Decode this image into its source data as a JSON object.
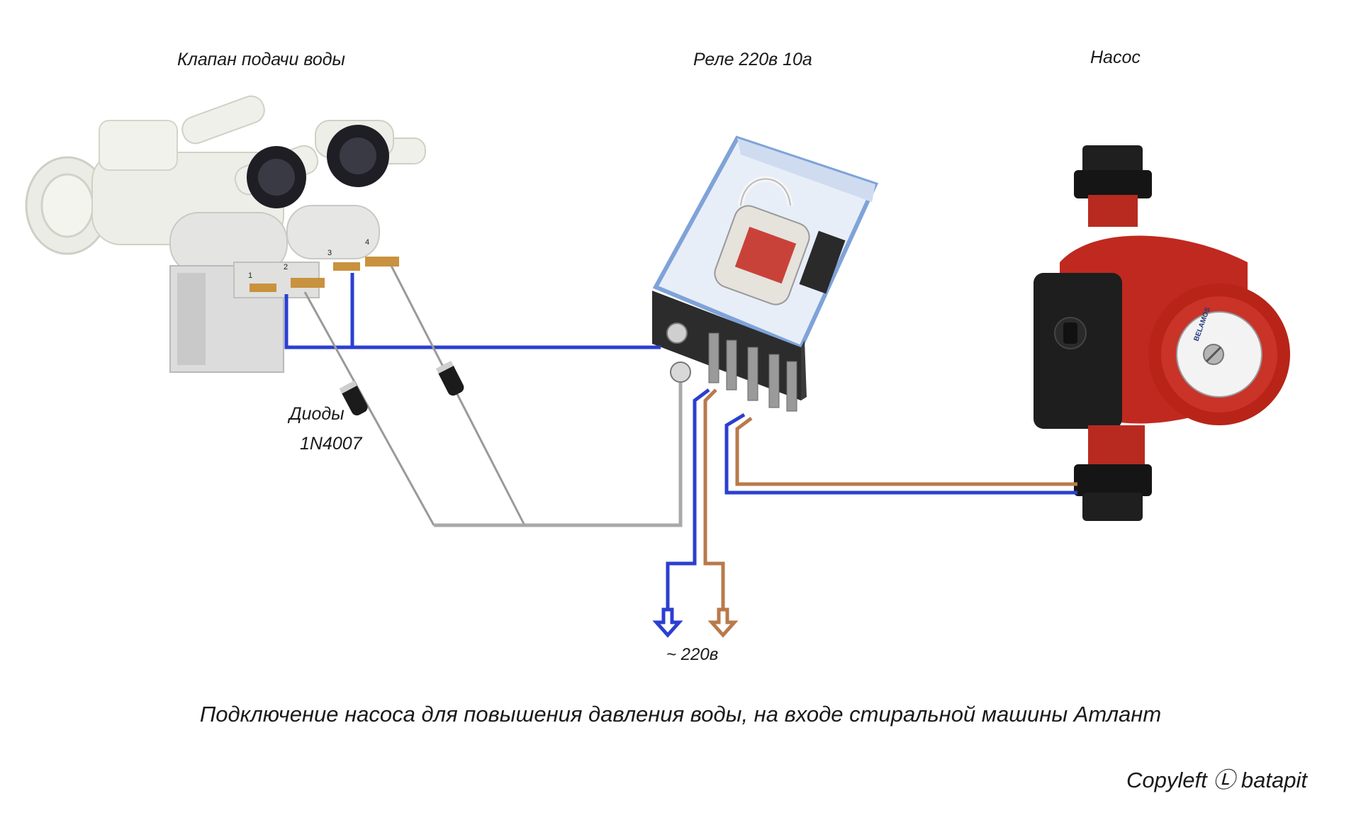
{
  "labels": {
    "valve": "Клапан подачи воды",
    "relay": "Реле 220в 10а",
    "pump": "Насос",
    "diodes_line1": "Диоды",
    "diodes_line2": "1N4007",
    "mains": "~ 220в"
  },
  "valve_pins": [
    "1",
    "2",
    "3",
    "4"
  ],
  "pump_brand": "BELAMOS",
  "caption": "Подключение насоса для повышения давления воды, на входе стиральной машины Атлант",
  "copyright": "Copyleft Ⓛ batapit",
  "colors": {
    "wire_blue": "#2b3fd0",
    "wire_brown": "#b87a4b",
    "wire_gray": "#a9a9a9",
    "pump_red": "#c0291f",
    "relay_blue": "#7fa3d8"
  }
}
